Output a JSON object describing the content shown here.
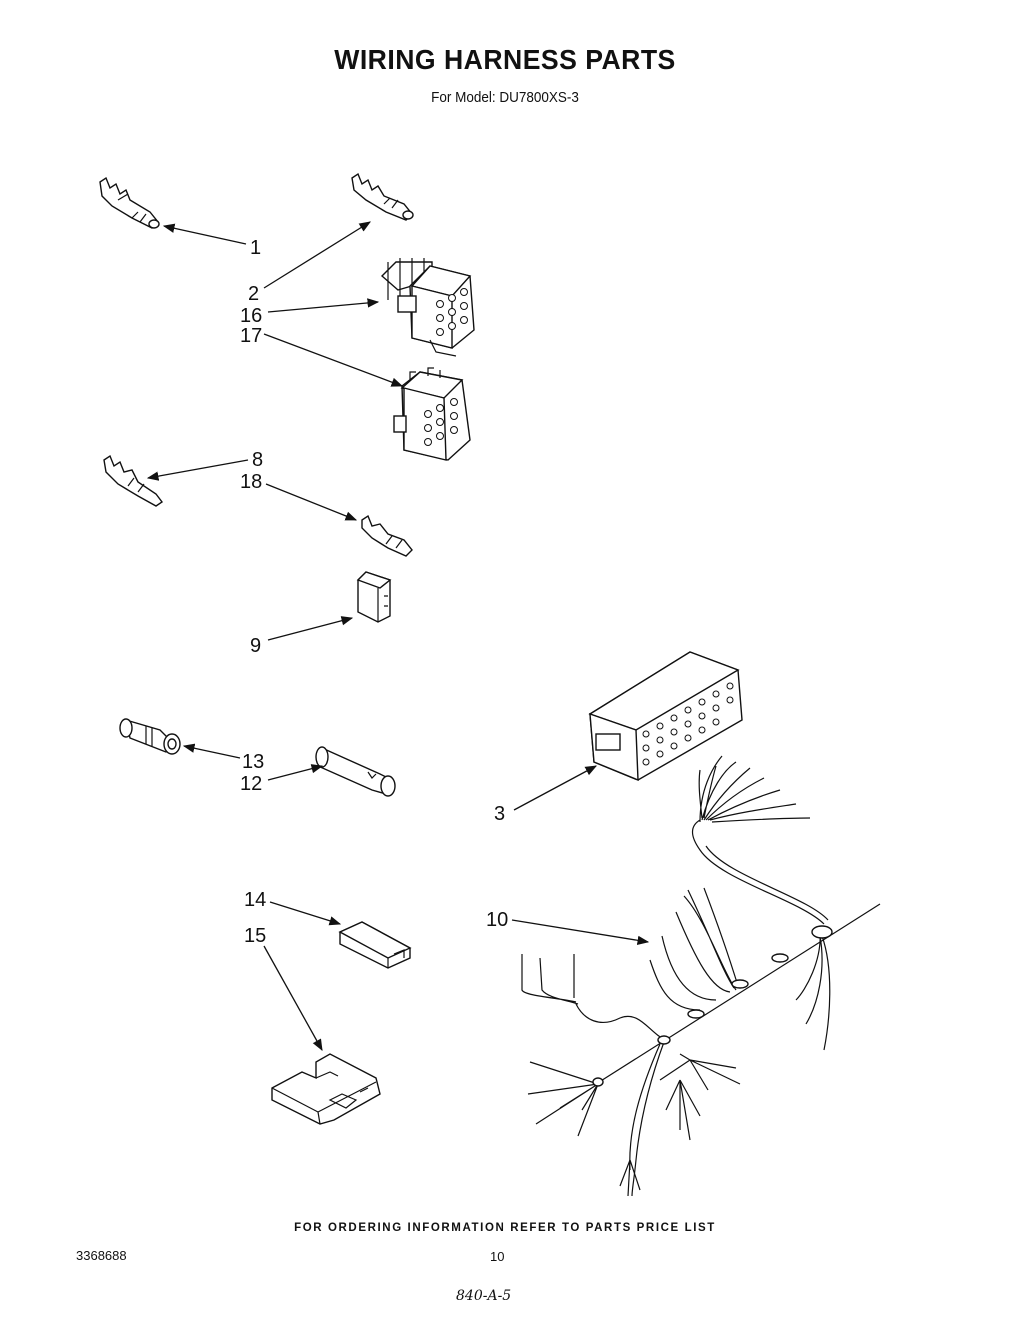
{
  "header": {
    "title": "WIRING HARNESS PARTS",
    "subtitle": "For Model: DU7800XS-3"
  },
  "callouts": [
    {
      "id": "1",
      "label": "1"
    },
    {
      "id": "2",
      "label": "2"
    },
    {
      "id": "16",
      "label": "16"
    },
    {
      "id": "17",
      "label": "17"
    },
    {
      "id": "8",
      "label": "8"
    },
    {
      "id": "18",
      "label": "18"
    },
    {
      "id": "9",
      "label": "9"
    },
    {
      "id": "13",
      "label": "13"
    },
    {
      "id": "12",
      "label": "12"
    },
    {
      "id": "3",
      "label": "3"
    },
    {
      "id": "10",
      "label": "10"
    },
    {
      "id": "14",
      "label": "14"
    },
    {
      "id": "15",
      "label": "15"
    }
  ],
  "footer": {
    "note": "FOR ORDERING INFORMATION REFER TO PARTS PRICE LIST",
    "doc_number": "3368688",
    "page_number": "10",
    "handwritten": "840-A-5"
  }
}
